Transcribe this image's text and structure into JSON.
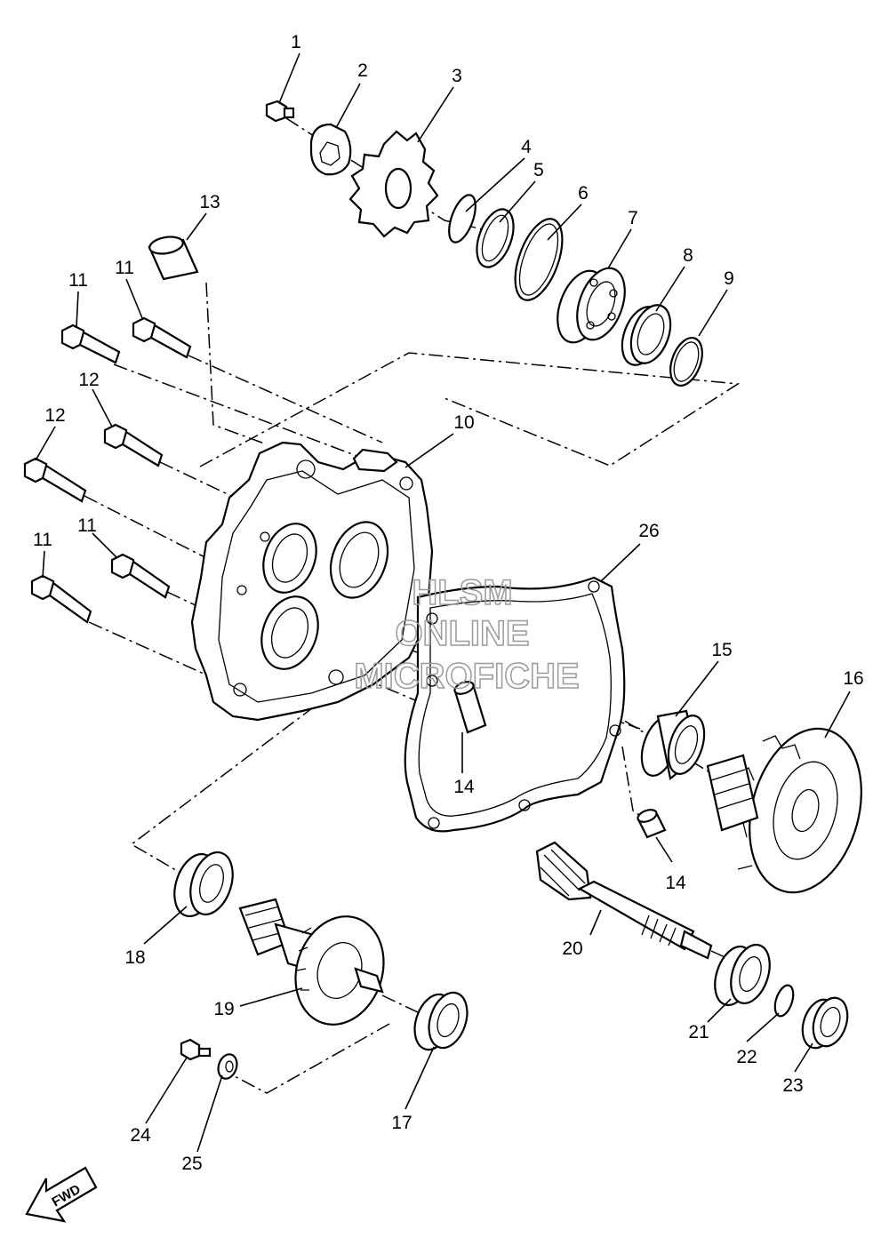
{
  "watermark": {
    "line1": "HLSM",
    "line2": "ONLINE",
    "line3": "MICROFICHE"
  },
  "fwd_label": "FWD",
  "callouts": [
    {
      "id": "c1",
      "text": "1"
    },
    {
      "id": "c2",
      "text": "2"
    },
    {
      "id": "c3",
      "text": "3"
    },
    {
      "id": "c4",
      "text": "4"
    },
    {
      "id": "c5",
      "text": "5"
    },
    {
      "id": "c6",
      "text": "6"
    },
    {
      "id": "c7",
      "text": "7"
    },
    {
      "id": "c8",
      "text": "8"
    },
    {
      "id": "c9",
      "text": "9"
    },
    {
      "id": "c10",
      "text": "10"
    },
    {
      "id": "c11a",
      "text": "11"
    },
    {
      "id": "c11b",
      "text": "11"
    },
    {
      "id": "c11c",
      "text": "11"
    },
    {
      "id": "c11d",
      "text": "11"
    },
    {
      "id": "c12a",
      "text": "12"
    },
    {
      "id": "c12b",
      "text": "12"
    },
    {
      "id": "c13",
      "text": "13"
    },
    {
      "id": "c14a",
      "text": "14"
    },
    {
      "id": "c14b",
      "text": "14"
    },
    {
      "id": "c15",
      "text": "15"
    },
    {
      "id": "c16",
      "text": "16"
    },
    {
      "id": "c17",
      "text": "17"
    },
    {
      "id": "c18",
      "text": "18"
    },
    {
      "id": "c19",
      "text": "19"
    },
    {
      "id": "c20",
      "text": "20"
    },
    {
      "id": "c21",
      "text": "21"
    },
    {
      "id": "c22",
      "text": "22"
    },
    {
      "id": "c23",
      "text": "23"
    },
    {
      "id": "c24",
      "text": "24"
    },
    {
      "id": "c25",
      "text": "25"
    },
    {
      "id": "c26",
      "text": "26"
    }
  ]
}
